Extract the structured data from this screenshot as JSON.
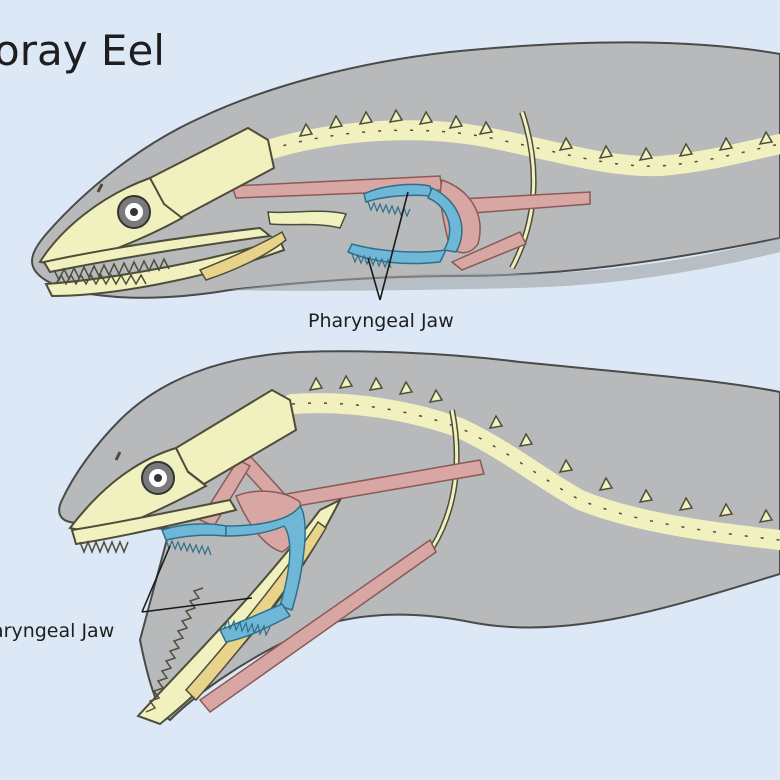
{
  "title": "oray Eel",
  "labels": {
    "top_callout": "Pharyngeal Jaw",
    "bottom_callout": "aryngeal Jaw"
  },
  "colors": {
    "background": "#dde8f6",
    "body": "#b7b9bb",
    "body_dark": "#8f9193",
    "bone": "#f1f1c0",
    "bone_stroke": "#4d4d3a",
    "muscle": "#d9a7a3",
    "muscle_stroke": "#8a5a57",
    "pharyngeal_jaw": "#6fb7d6",
    "pharyngeal_stroke": "#2f6f8a",
    "leader_line": "#1a1a1a"
  }
}
